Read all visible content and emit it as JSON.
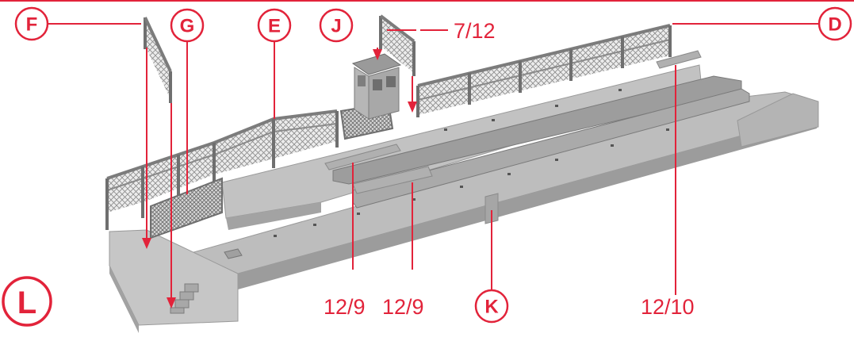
{
  "labels": {
    "F": "F",
    "G": "G",
    "E": "E",
    "J": "J",
    "D": "D",
    "K": "K",
    "L": "L"
  },
  "part_numbers": {
    "top": "7/12",
    "left_9": "12/9",
    "right_9": "12/9",
    "ten": "12/10"
  },
  "colors": {
    "accent": "#e2233a",
    "model": "#b9b9b9",
    "model_dark": "#8e8e8e",
    "fence": "#7c7c7c"
  }
}
